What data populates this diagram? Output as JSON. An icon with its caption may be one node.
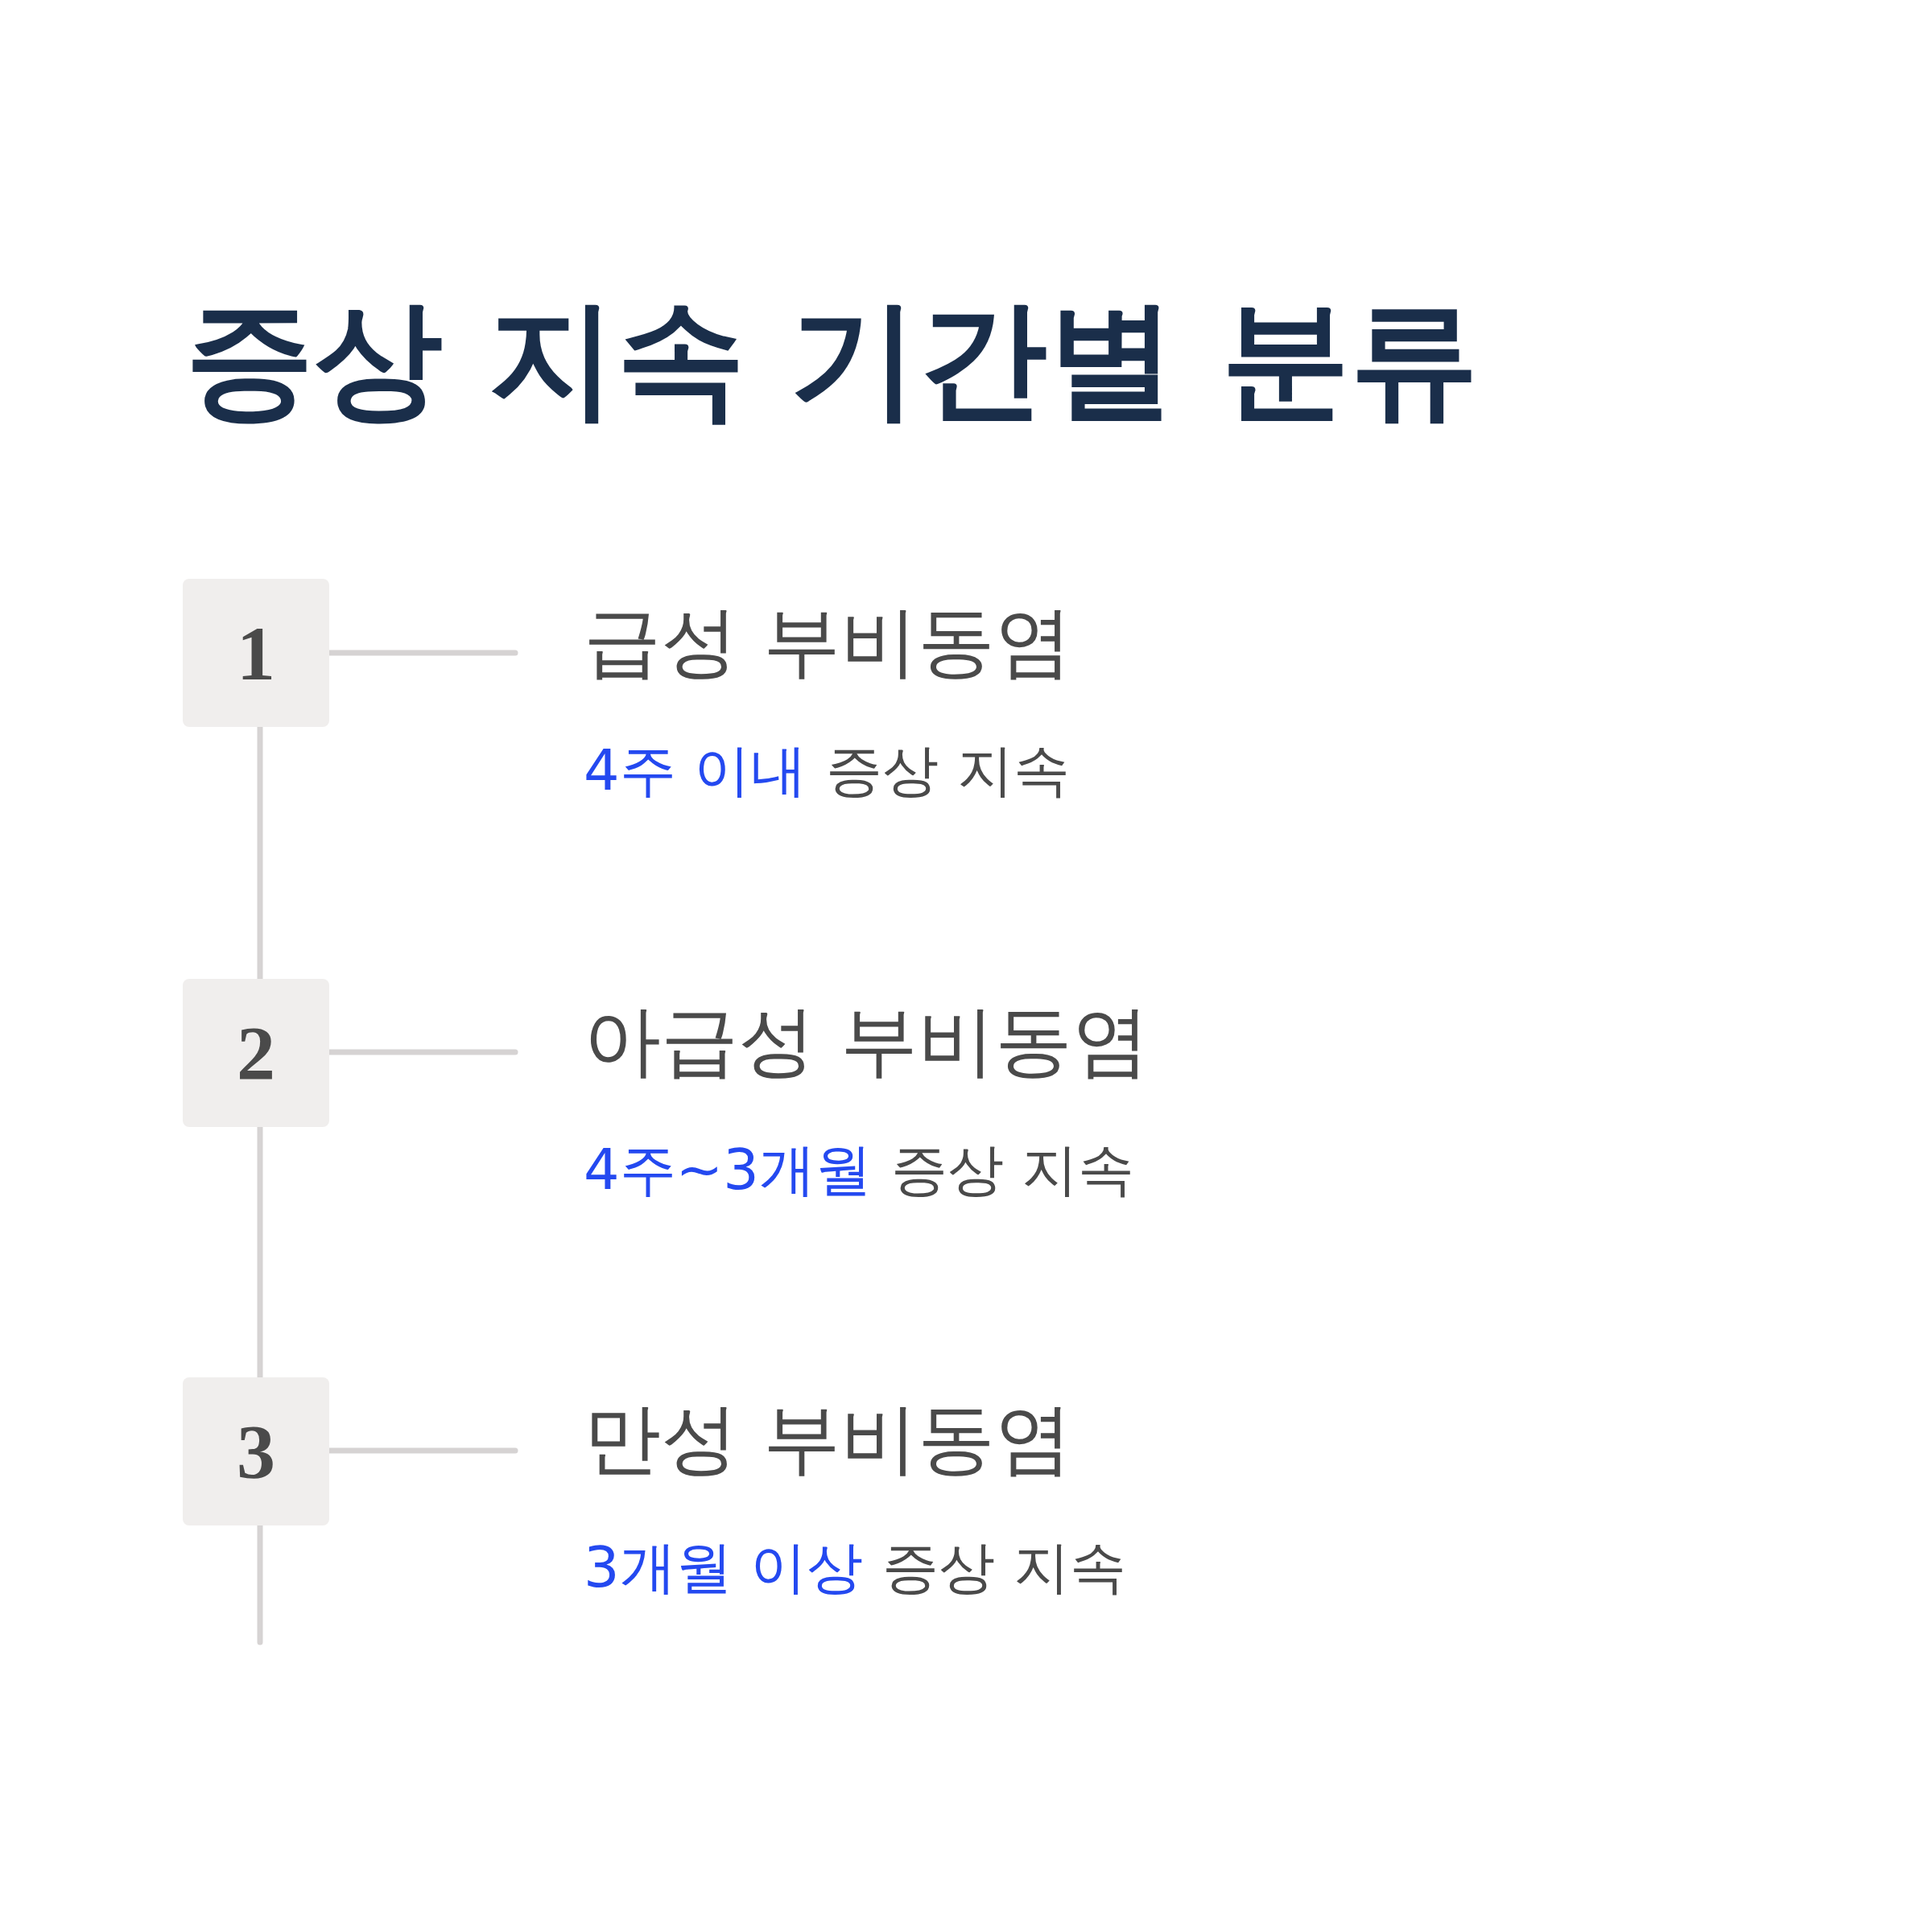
{
  "diagram": {
    "title": "증상 지속 기간별 분류",
    "nodes": [
      {
        "text": [
          "1"
        ]
      },
      {
        "text": [
          "급성 부비동염",
          "4주 이내",
          "증상 지속"
        ]
      },
      {
        "text": [
          "2"
        ]
      },
      {
        "text": [
          "아급성 부비동염",
          "4주~3개월",
          "증상 지속"
        ]
      },
      {
        "text": [
          "3"
        ]
      },
      {
        "text": [
          "만성 부비동염",
          "3개월 이상",
          "증상 지속"
        ]
      }
    ],
    "edges": [
      {
        "from": 0,
        "to": 1,
        "arrow": "none"
      },
      {
        "from": 0,
        "to": 2,
        "arrow": "none"
      },
      {
        "from": 2,
        "to": 3,
        "arrow": "none"
      },
      {
        "from": 2,
        "to": 4,
        "arrow": "none"
      },
      {
        "from": 4,
        "to": 5,
        "arrow": "none"
      },
      {
        "from": 4,
        "to": null,
        "arrow": "none"
      }
    ]
  }
}
